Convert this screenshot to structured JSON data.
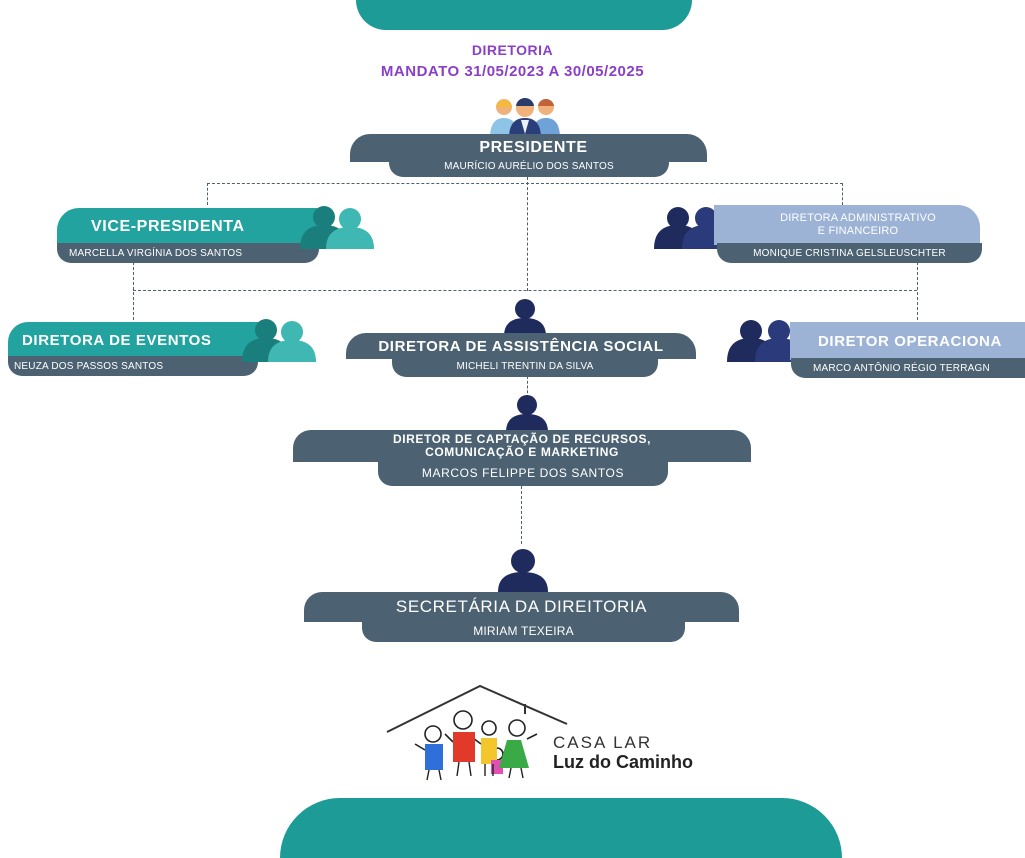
{
  "header": {
    "title_line1": "DIRETORIA",
    "title_line2": "MANDATO 31/05/2023 A 30/05/2025"
  },
  "org": {
    "presidente": {
      "role": "PRESIDENTE",
      "name": "MAURÍCIO AURÉLIO DOS SANTOS"
    },
    "vice": {
      "role": "VICE-PRESIDENTA",
      "name": "MARCELLA VIRGÍNIA DOS SANTOS"
    },
    "adm": {
      "role_line1": "DIRETORA ADMINISTRATIVO",
      "role_line2": "E FINANCEIRO",
      "name": "MONIQUE CRISTINA GELSLEUSCHTER"
    },
    "eventos": {
      "role": "DIRETORA DE EVENTOS",
      "name": "NEUZA DOS PASSOS SANTOS"
    },
    "social": {
      "role": "DIRETORA DE ASSISTÊNCIA SOCIAL",
      "name": "MICHELI TRENTIN DA SILVA"
    },
    "operacional": {
      "role": "DIRETOR OPERACIONA",
      "name": "MARCO ANTÔNIO RÉGIO TERRAGN"
    },
    "captacao": {
      "role_line1": "DIRETOR DE CAPTAÇÃO DE RECURSOS,",
      "role_line2": "COMUNICAÇÃO E MARKETING",
      "name": "MARCOS FELIPPE DOS SANTOS"
    },
    "secretaria": {
      "role": "SECRETÁRIA DA DIREITORIA",
      "name": "MIRIAM TEXEIRA"
    }
  },
  "logo": {
    "line1": "CASA LAR",
    "line2": "Luz do Caminho"
  },
  "colors": {
    "teal": "#23a39f",
    "slate": "#4c6272",
    "navy": "#1f2b5c",
    "light_blue": "#9cb3d6",
    "purple": "#8a3fc7"
  }
}
